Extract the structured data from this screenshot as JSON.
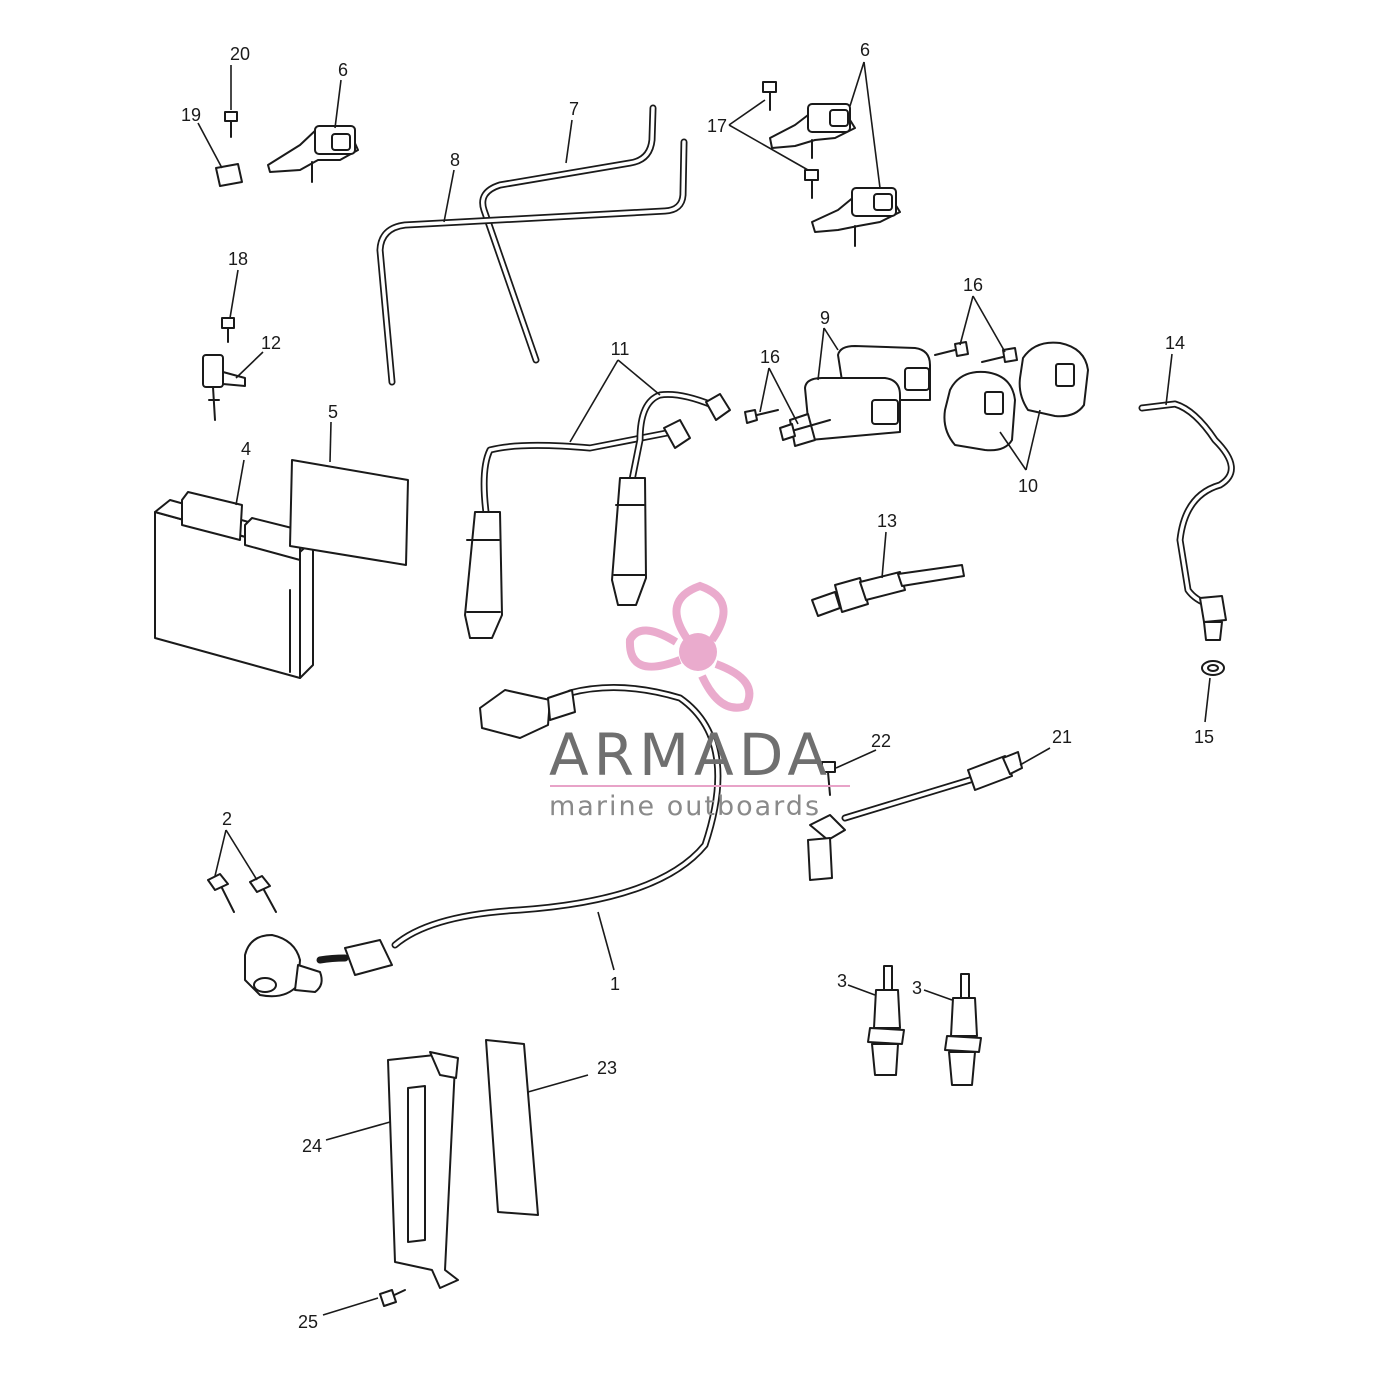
{
  "callouts": {
    "c1": "1",
    "c2": "2",
    "c3a": "3",
    "c3b": "3",
    "c4": "4",
    "c5": "5",
    "c6a": "6",
    "c6b": "6",
    "c7": "7",
    "c8": "8",
    "c9": "9",
    "c10": "10",
    "c11": "11",
    "c12": "12",
    "c13": "13",
    "c14": "14",
    "c15": "15",
    "c16a": "16",
    "c16b": "16",
    "c17": "17",
    "c18": "18",
    "c19": "19",
    "c20": "20",
    "c21": "21",
    "c22": "22",
    "c23": "23",
    "c24": "24",
    "c25": "25"
  },
  "watermark": {
    "title": "ARMADA",
    "subtitle": "marine outboards",
    "logo_color": "#e8a3c8",
    "rule_color": "#e8a3c8"
  }
}
